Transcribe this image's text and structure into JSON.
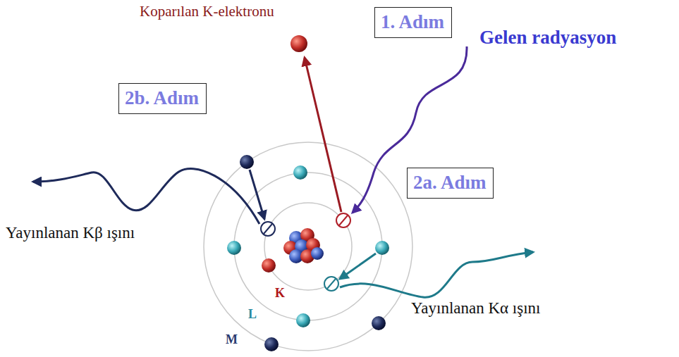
{
  "diagram": {
    "nodes": [
      {
        "text": [
          "1. Adım"
        ]
      },
      {
        "text": [
          "2b. Adım"
        ]
      },
      {
        "text": [
          "2a. Adım"
        ]
      }
    ],
    "labels": [
      "Koparılan K-elektronu",
      "Gelen radyasyon",
      "Yayınlanan Kβ ışını",
      "Yayınlanan Kα ışını",
      "K",
      "L",
      "M"
    ]
  }
}
